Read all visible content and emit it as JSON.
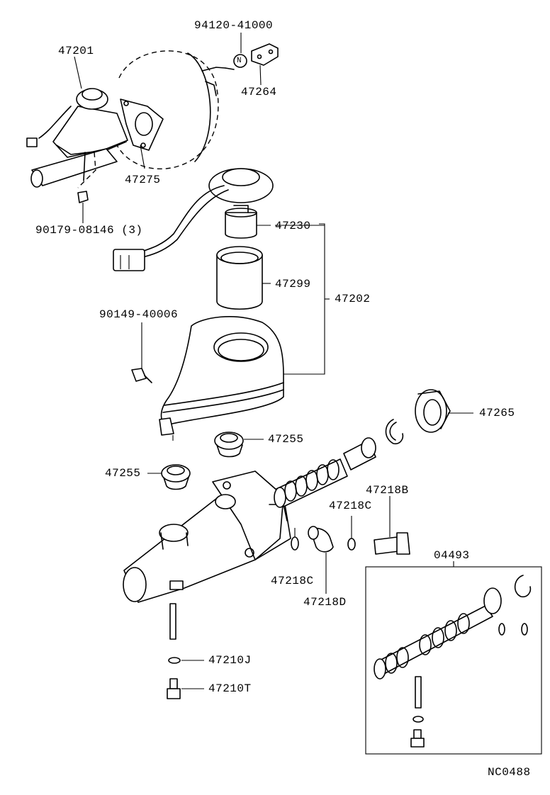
{
  "diagram": {
    "labels": {
      "p94120": "94120-41000",
      "p47201": "47201",
      "p47264": "47264",
      "p47275": "47275",
      "p90179": "90179-08146 (3)",
      "p47230": "47230",
      "p47299": "47299",
      "p47202": "47202",
      "p90149": "90149-40006",
      "p47265": "47265",
      "p47255a": "47255",
      "p47255b": "47255",
      "p47218B": "47218B",
      "p47218C_top": "47218C",
      "p47218C_bot": "47218C",
      "p47218D": "47218D",
      "p04493": "04493",
      "p47210J": "47210J",
      "p47210T": "47210T",
      "code": "NC0488"
    },
    "nut_symbol": "N"
  }
}
